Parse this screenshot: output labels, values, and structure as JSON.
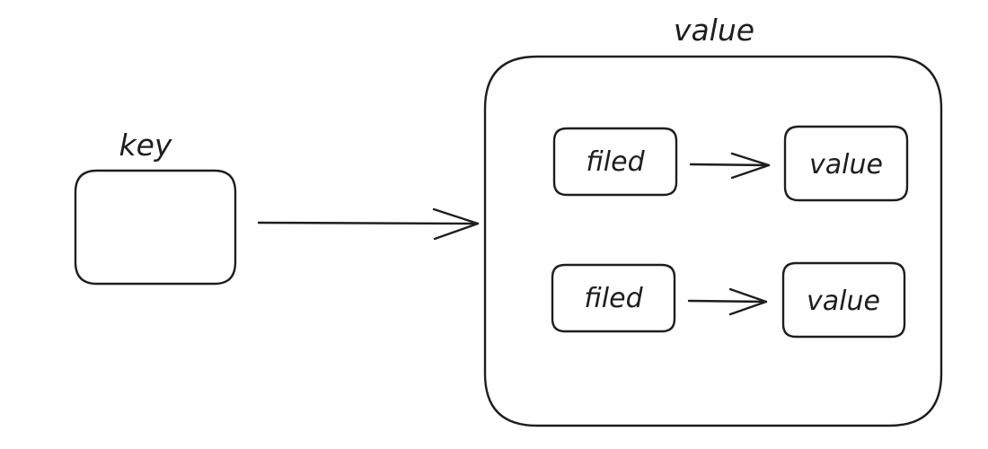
{
  "diagram": {
    "key_label": "key",
    "value_label": "value",
    "entries": [
      {
        "field": "filed",
        "value": "value"
      },
      {
        "field": "filed",
        "value": "value"
      }
    ]
  },
  "colors": {
    "stroke": "#1e1e1e",
    "background": "#ffffff"
  }
}
